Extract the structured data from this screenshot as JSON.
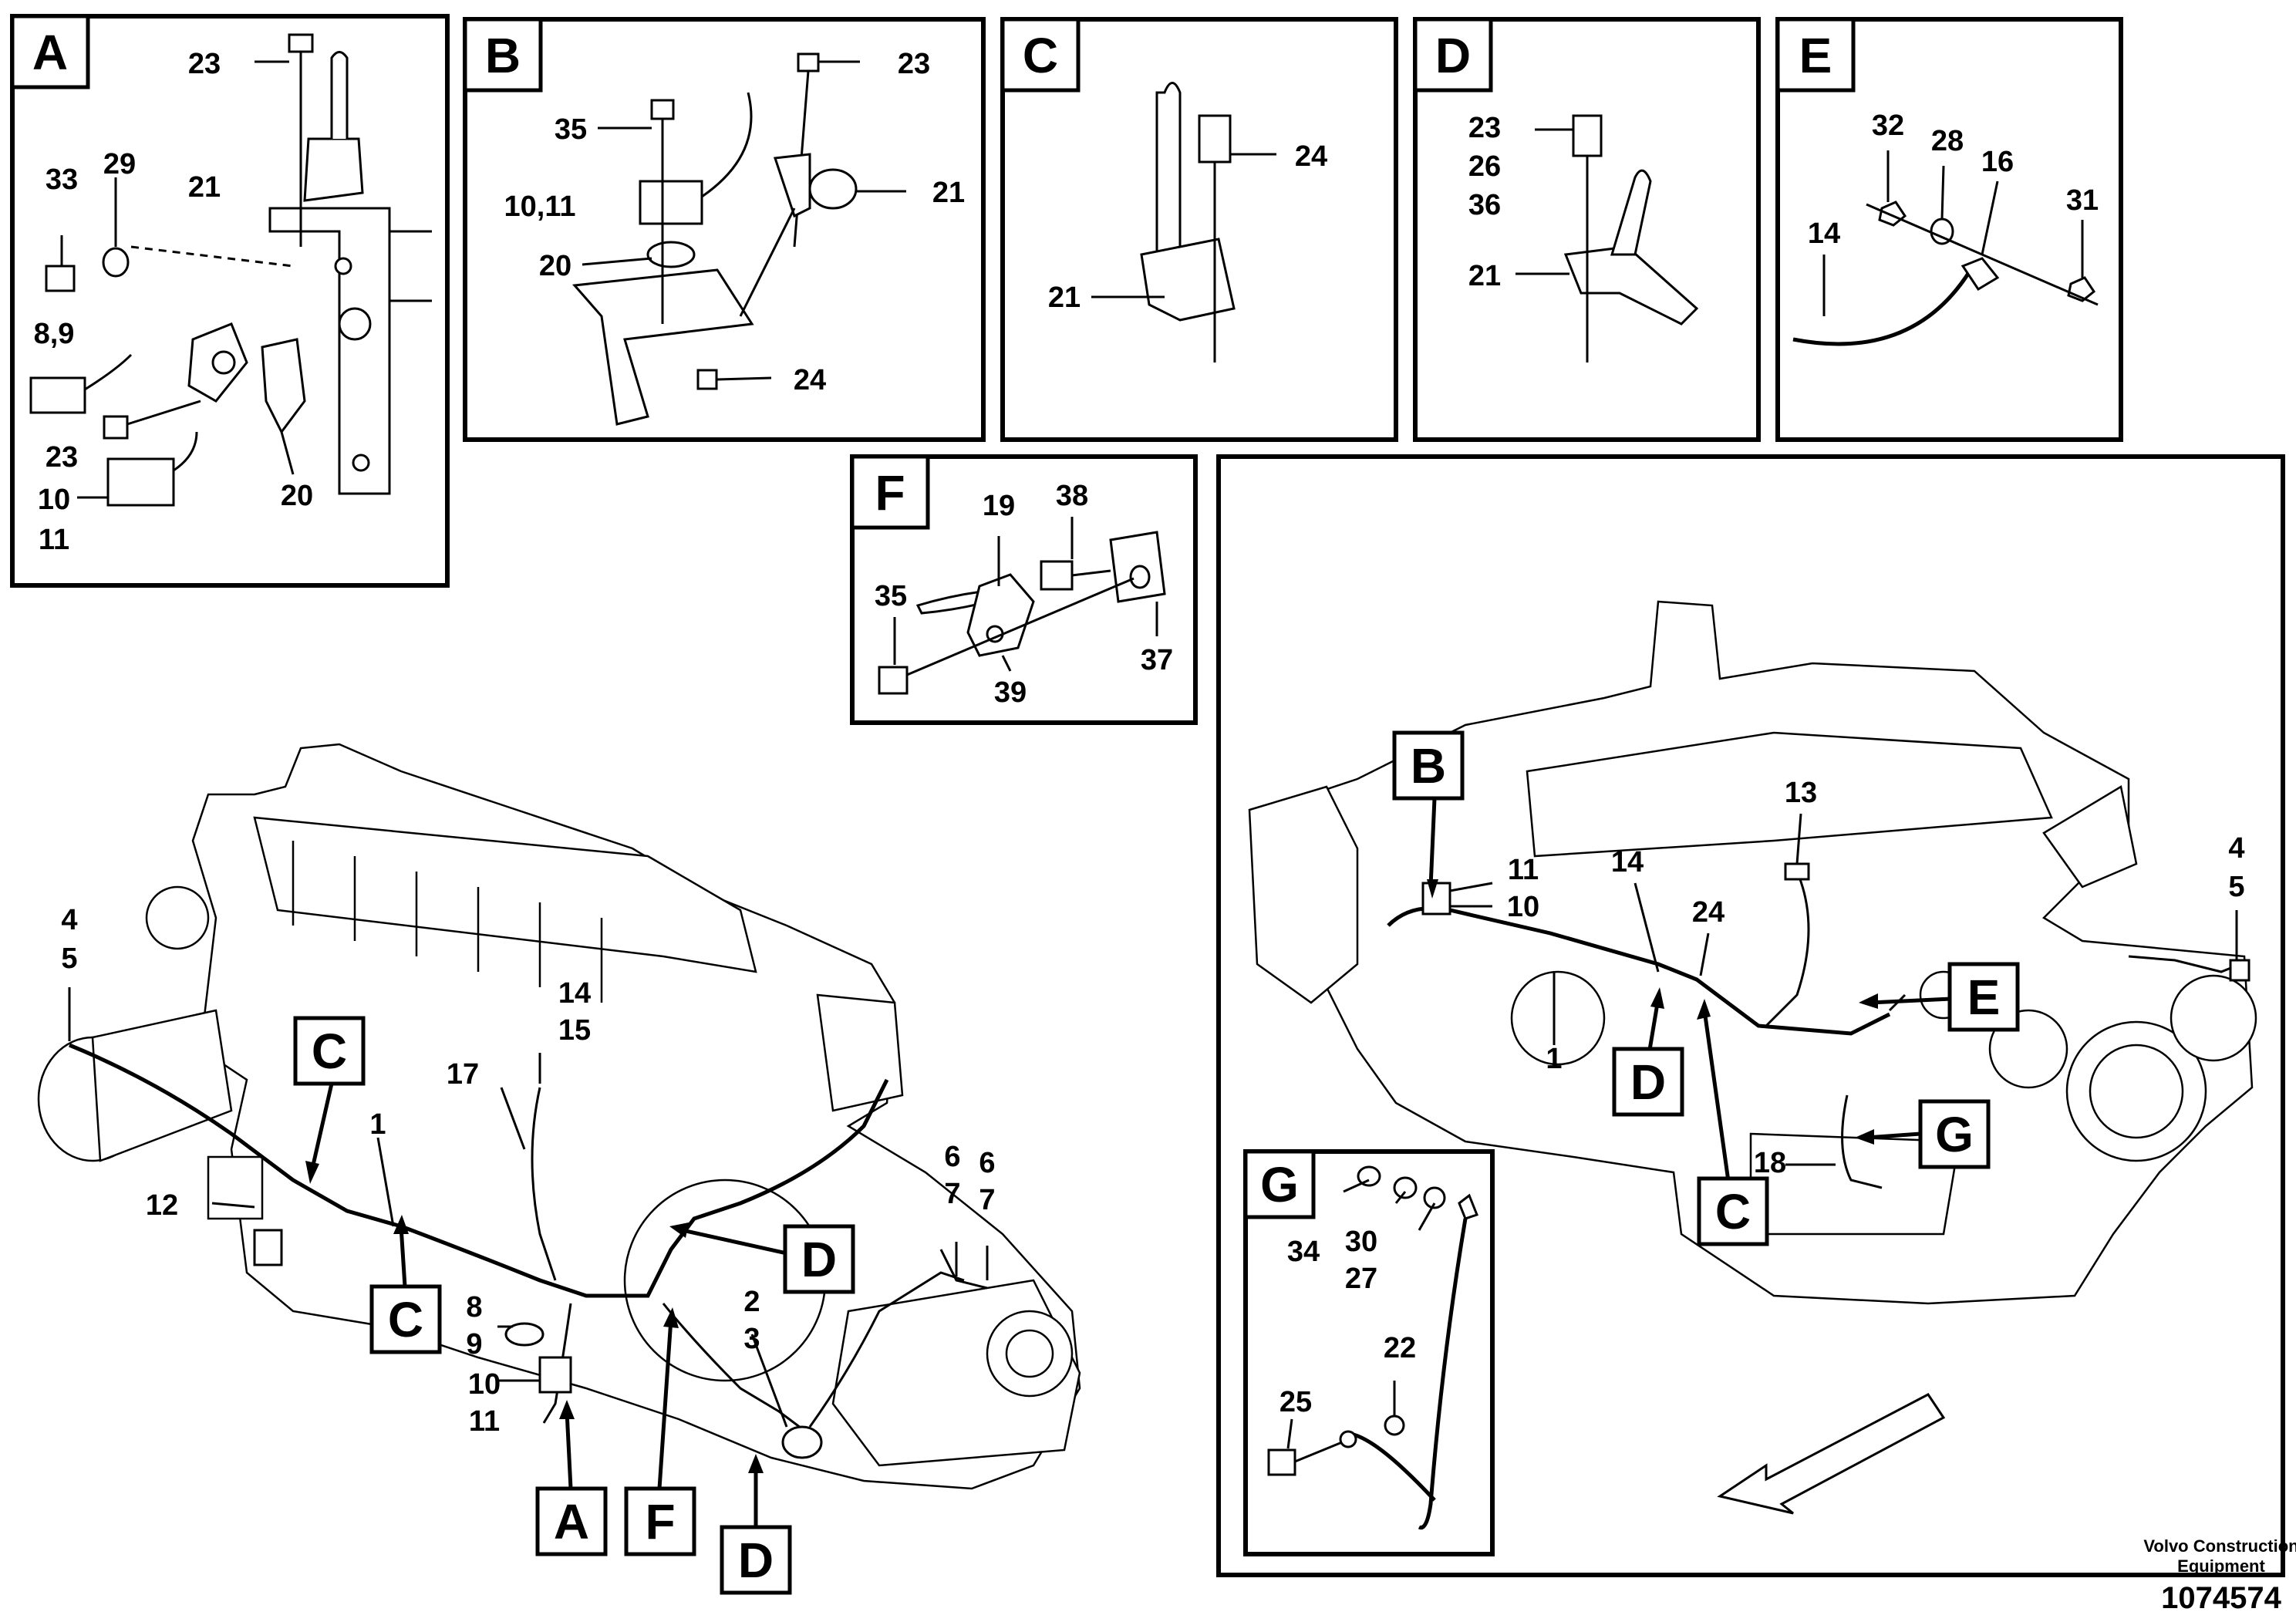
{
  "panels": {
    "A": {
      "letter": "A",
      "labels": [
        "23",
        "21",
        "33",
        "29",
        "8,9",
        "23",
        "10",
        "11",
        "20"
      ]
    },
    "B": {
      "letter": "B",
      "labels": [
        "23",
        "35",
        "10,11",
        "21",
        "20",
        "24"
      ]
    },
    "C": {
      "letter": "C",
      "labels": [
        "24",
        "21"
      ]
    },
    "D": {
      "letter": "D",
      "labels": [
        "23",
        "26",
        "36",
        "21"
      ]
    },
    "E": {
      "letter": "E",
      "labels": [
        "32",
        "28",
        "16",
        "14",
        "31"
      ]
    },
    "F": {
      "letter": "F",
      "labels": [
        "19",
        "38",
        "35",
        "39",
        "37"
      ]
    },
    "G": {
      "letter": "G",
      "labels": [
        "34",
        "30",
        "27",
        "22",
        "25"
      ]
    }
  },
  "left_view": {
    "labels": [
      "4",
      "5",
      "14",
      "15",
      "17",
      "1",
      "12",
      "6",
      "7",
      "6",
      "7",
      "8",
      "9",
      "10",
      "11",
      "2",
      "3"
    ],
    "callouts": [
      "C",
      "C",
      "D",
      "A",
      "F",
      "D"
    ]
  },
  "right_view": {
    "labels": [
      "13",
      "11",
      "10",
      "14",
      "24",
      "4",
      "5",
      "1",
      "18"
    ],
    "callouts": [
      "B",
      "E",
      "D",
      "G",
      "C"
    ]
  },
  "footer": {
    "brand_line1": "Volvo Construction",
    "brand_line2": "Equipment",
    "doc_number": "1074574"
  }
}
